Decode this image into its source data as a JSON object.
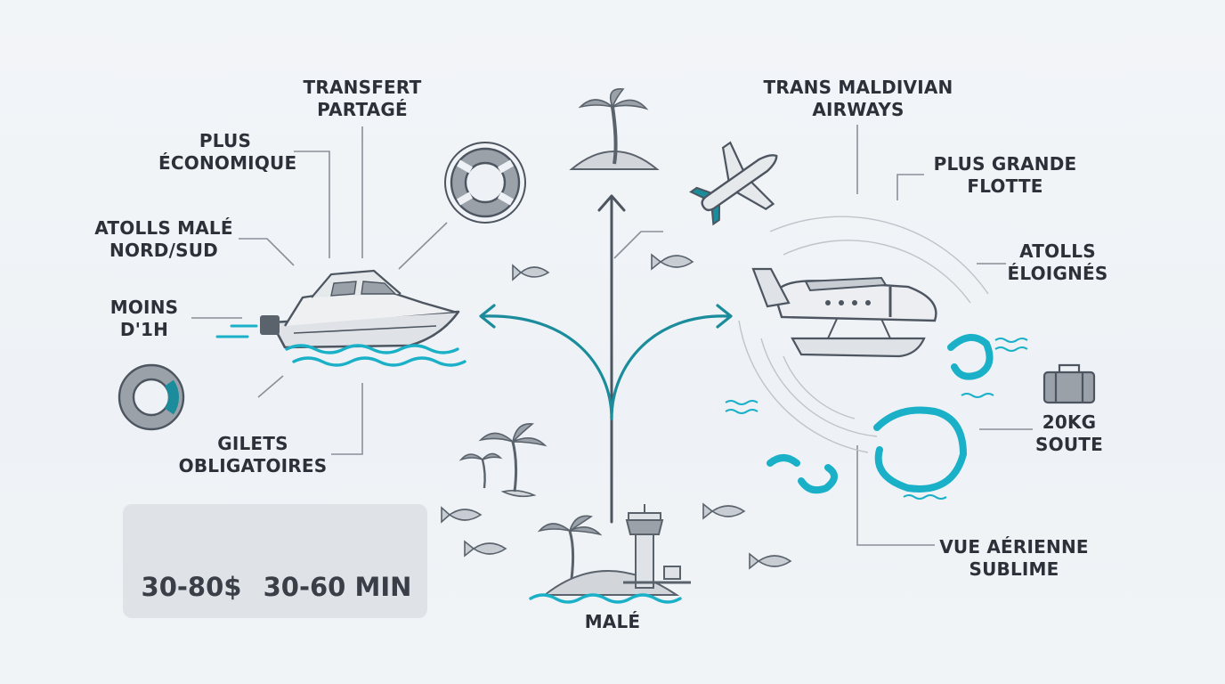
{
  "colors": {
    "teal": "#1a8c9b",
    "slate": "#4c5560",
    "grey": "#9aa1a9",
    "light": "#d9dde2",
    "cyan": "#1ab0c8"
  },
  "labels": {
    "shared_transfer": [
      "TRANSFERT",
      "PARTAGÉ"
    ],
    "cheapest": [
      "PLUS",
      "ÉCONOMIQUE"
    ],
    "atolls_male": [
      "ATOLLS MALÉ",
      "NORD/SUD"
    ],
    "less_1h": [
      "MOINS",
      "D'1H"
    ],
    "life_jackets": [
      "GILETS",
      "OBLIGATOIRES"
    ],
    "tma": [
      "TRANS MALDIVIAN",
      "AIRWAYS"
    ],
    "largest_fleet": [
      "PLUS GRANDE",
      "FLOTTE"
    ],
    "remote_atolls": [
      "ATOLLS",
      "ÉLOIGNÉS"
    ],
    "baggage": [
      "20KG",
      "SOUTE"
    ],
    "aerial_view": [
      "VUE AÉRIENNE",
      "SUBLIME"
    ],
    "male": "MALÉ"
  },
  "stats": {
    "price": "30-80$",
    "duration": "30-60 MIN"
  },
  "icons": [
    "palm-island-icon",
    "airplane-icon",
    "speedboat-icon",
    "seaplane-icon",
    "lifebuoy-icon",
    "fish-icon",
    "suitcase-icon",
    "dollar-icon",
    "stopwatch-icon",
    "control-tower-icon",
    "atoll-icon"
  ]
}
